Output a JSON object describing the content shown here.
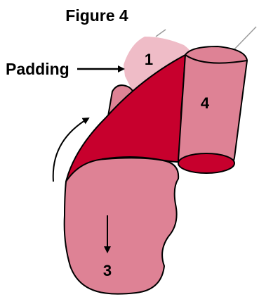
{
  "figure": {
    "title": "Figure 4",
    "padding_label": "Padding",
    "parts": [
      {
        "number": "1"
      },
      {
        "number": "3"
      },
      {
        "number": "4"
      }
    ]
  },
  "colors": {
    "padding_fill": "#efbcc7",
    "pink_fill": "#de8295",
    "dark_red_fill": "#c7002d"
  }
}
